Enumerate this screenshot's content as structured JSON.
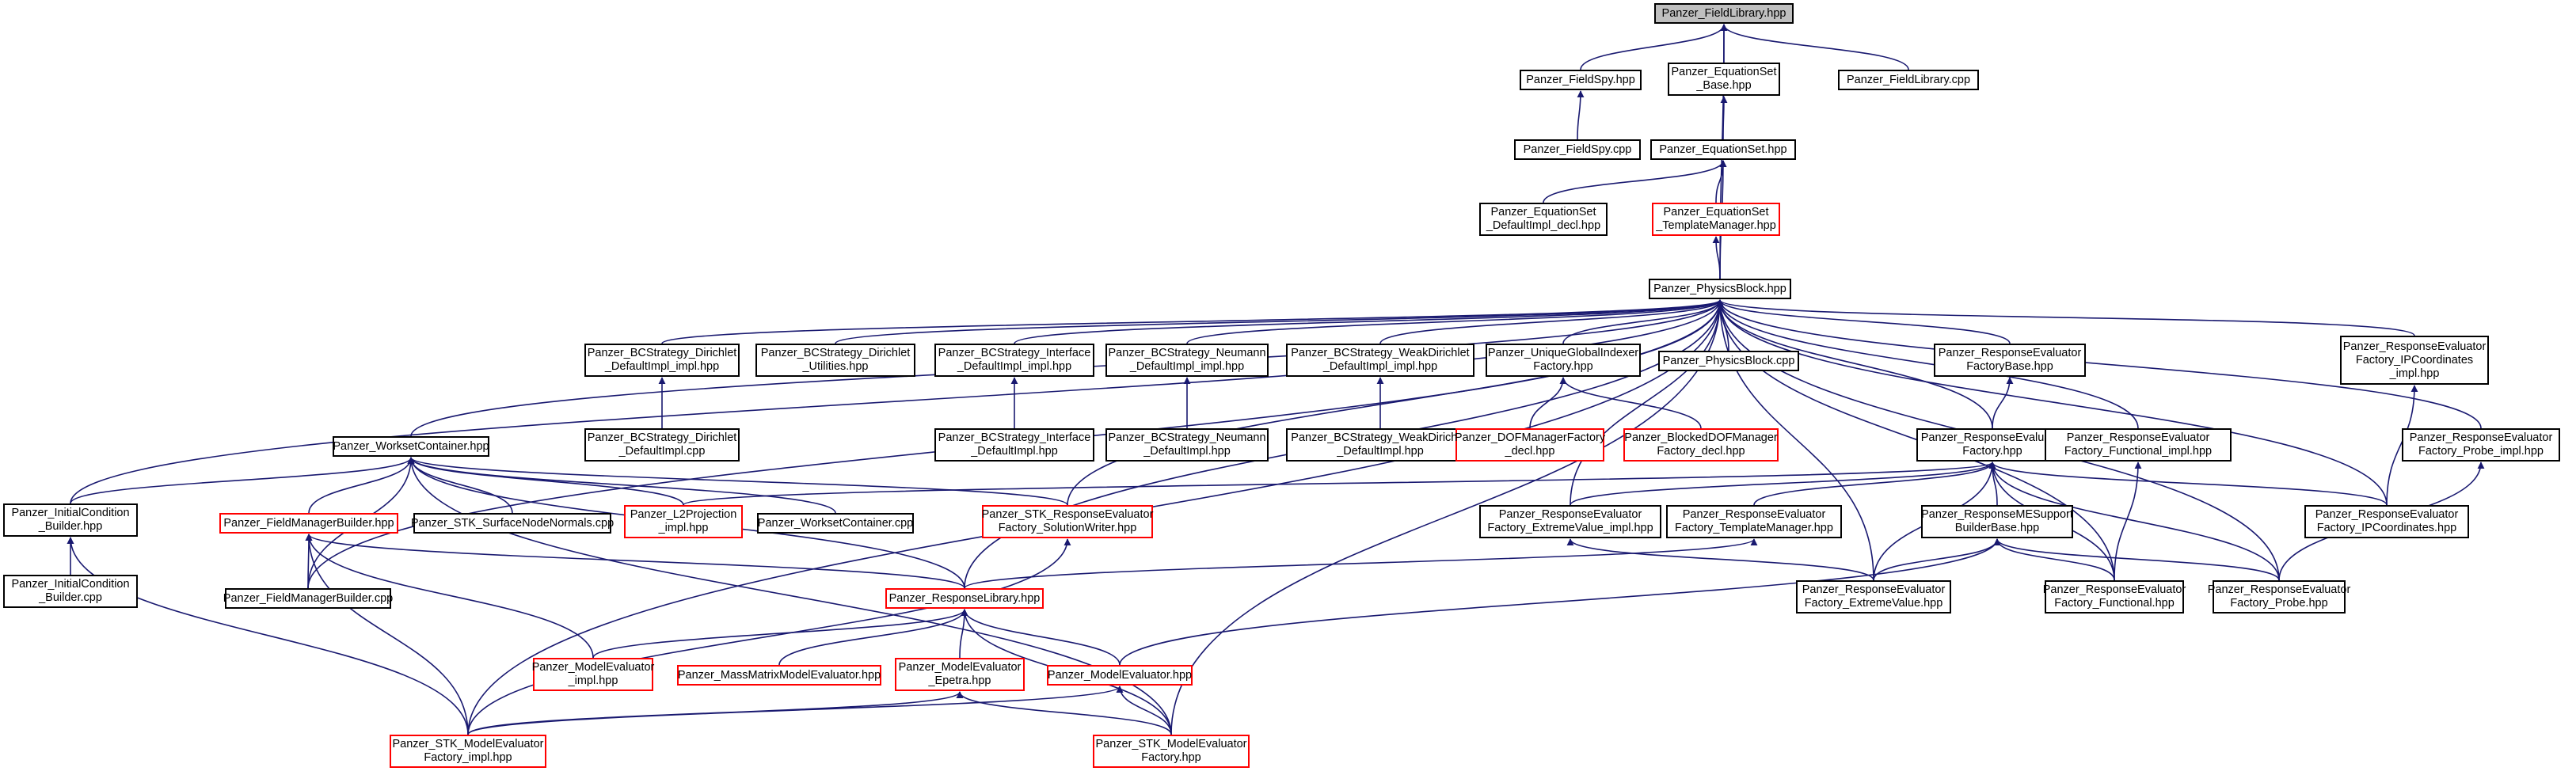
{
  "colors": {
    "edge": "#191970",
    "node_border": "#000000",
    "truncated_border": "#ff0000",
    "root_fill": "#bfbfbf",
    "background": "#ffffff"
  },
  "nodes": [
    {
      "id": "fieldlibrary_hpp",
      "lines": [
        "Panzer_FieldLibrary.hpp"
      ],
      "root": true
    },
    {
      "id": "fieldspy_hpp",
      "lines": [
        "Panzer_FieldSpy.hpp"
      ]
    },
    {
      "id": "equationset_base_hpp",
      "lines": [
        "Panzer_EquationSet",
        "_Base.hpp"
      ]
    },
    {
      "id": "fieldlibrary_cpp",
      "lines": [
        "Panzer_FieldLibrary.cpp"
      ]
    },
    {
      "id": "fieldspy_cpp",
      "lines": [
        "Panzer_FieldSpy.cpp"
      ]
    },
    {
      "id": "equationset_hpp",
      "lines": [
        "Panzer_EquationSet.hpp"
      ]
    },
    {
      "id": "equationset_defaultimpl_decl",
      "lines": [
        "Panzer_EquationSet",
        "_DefaultImpl_decl.hpp"
      ]
    },
    {
      "id": "equationset_templatemanager",
      "lines": [
        "Panzer_EquationSet",
        "_TemplateManager.hpp"
      ],
      "truncated": true
    },
    {
      "id": "physicsblock_hpp",
      "lines": [
        "Panzer_PhysicsBlock.hpp"
      ]
    },
    {
      "id": "bc_dirichlet_defaultimpl_impl",
      "lines": [
        "Panzer_BCStrategy_Dirichlet",
        "_DefaultImpl_impl.hpp"
      ]
    },
    {
      "id": "bc_dirichlet_utilities",
      "lines": [
        "Panzer_BCStrategy_Dirichlet",
        "_Utilities.hpp"
      ]
    },
    {
      "id": "bc_interface_defaultimpl_impl",
      "lines": [
        "Panzer_BCStrategy_Interface",
        "_DefaultImpl_impl.hpp"
      ]
    },
    {
      "id": "bc_neumann_defaultimpl_impl",
      "lines": [
        "Panzer_BCStrategy_Neumann",
        "_DefaultImpl_impl.hpp"
      ]
    },
    {
      "id": "bc_weakdirichlet_defaultimpl_impl",
      "lines": [
        "Panzer_BCStrategy_WeakDirichlet",
        "_DefaultImpl_impl.hpp"
      ]
    },
    {
      "id": "uniqueglobalindexer_factory",
      "lines": [
        "Panzer_UniqueGlobalIndexer",
        "Factory.hpp"
      ]
    },
    {
      "id": "physicsblock_cpp",
      "lines": [
        "Panzer_PhysicsBlock.cpp"
      ]
    },
    {
      "id": "responseevaluator_factorybase",
      "lines": [
        "Panzer_ResponseEvaluator",
        "FactoryBase.hpp"
      ]
    },
    {
      "id": "responseevaluator_ipcoordinates_impl",
      "lines": [
        "Panzer_ResponseEvaluator",
        "Factory_IPCoordinates",
        "_impl.hpp"
      ]
    },
    {
      "id": "worksetcontainer_hpp",
      "lines": [
        "Panzer_WorksetContainer.hpp"
      ]
    },
    {
      "id": "bc_dirichlet_defaultimpl_cpp",
      "lines": [
        "Panzer_BCStrategy_Dirichlet",
        "_DefaultImpl.cpp"
      ]
    },
    {
      "id": "bc_interface_defaultimpl",
      "lines": [
        "Panzer_BCStrategy_Interface",
        "_DefaultImpl.hpp"
      ]
    },
    {
      "id": "bc_neumann_defaultimpl",
      "lines": [
        "Panzer_BCStrategy_Neumann",
        "_DefaultImpl.hpp"
      ]
    },
    {
      "id": "bc_weakdirichlet_defaultimpl",
      "lines": [
        "Panzer_BCStrategy_WeakDirichlet",
        "_DefaultImpl.hpp"
      ]
    },
    {
      "id": "dofmanagerfactory_decl",
      "lines": [
        "Panzer_DOFManagerFactory",
        "_decl.hpp"
      ],
      "truncated": true
    },
    {
      "id": "blockeddofmanager_factory_decl",
      "lines": [
        "Panzer_BlockedDOFManager",
        "Factory_decl.hpp"
      ],
      "truncated": true
    },
    {
      "id": "responseevaluator_factory_hpp",
      "lines": [
        "Panzer_ResponseEvaluator",
        "Factory.hpp"
      ]
    },
    {
      "id": "responseevaluator_functional_impl",
      "lines": [
        "Panzer_ResponseEvaluator",
        "Factory_Functional_impl.hpp"
      ]
    },
    {
      "id": "responseevaluator_probe_impl",
      "lines": [
        "Panzer_ResponseEvaluator",
        "Factory_Probe_impl.hpp"
      ]
    },
    {
      "id": "initialcondition_builder_hpp",
      "lines": [
        "Panzer_InitialCondition",
        "_Builder.hpp"
      ]
    },
    {
      "id": "fieldmanagerbuilder_hpp",
      "lines": [
        "Panzer_FieldManagerBuilder.hpp"
      ],
      "truncated": true
    },
    {
      "id": "stk_surfacenodenormals",
      "lines": [
        "Panzer_STK_SurfaceNodeNormals.cpp"
      ]
    },
    {
      "id": "l2projection_impl",
      "lines": [
        "Panzer_L2Projection",
        "_impl.hpp"
      ],
      "truncated": true
    },
    {
      "id": "worksetcontainer_cpp",
      "lines": [
        "Panzer_WorksetContainer.cpp"
      ]
    },
    {
      "id": "stk_responseevaluator_solutionwriter",
      "lines": [
        "Panzer_STK_ResponseEvaluator",
        "Factory_SolutionWriter.hpp"
      ],
      "truncated": true
    },
    {
      "id": "responseevaluator_extremevalue_impl",
      "lines": [
        "Panzer_ResponseEvaluator",
        "Factory_ExtremeValue_impl.hpp"
      ]
    },
    {
      "id": "responseevaluator_templatemanager",
      "lines": [
        "Panzer_ResponseEvaluator",
        "Factory_TemplateManager.hpp"
      ]
    },
    {
      "id": "responsemesupport_builderbase",
      "lines": [
        "Panzer_ResponseMESupport",
        "BuilderBase.hpp"
      ]
    },
    {
      "id": "responseevaluator_ipcoordinates",
      "lines": [
        "Panzer_ResponseEvaluator",
        "Factory_IPCoordinates.hpp"
      ]
    },
    {
      "id": "initialcondition_builder_cpp",
      "lines": [
        "Panzer_InitialCondition",
        "_Builder.cpp"
      ]
    },
    {
      "id": "fieldmanagerbuilder_cpp",
      "lines": [
        "Panzer_FieldManagerBuilder.cpp"
      ]
    },
    {
      "id": "responselibrary_hpp",
      "lines": [
        "Panzer_ResponseLibrary.hpp"
      ],
      "truncated": true
    },
    {
      "id": "responseevaluator_extremevalue",
      "lines": [
        "Panzer_ResponseEvaluator",
        "Factory_ExtremeValue.hpp"
      ]
    },
    {
      "id": "responseevaluator_functional",
      "lines": [
        "Panzer_ResponseEvaluator",
        "Factory_Functional.hpp"
      ]
    },
    {
      "id": "responseevaluator_probe",
      "lines": [
        "Panzer_ResponseEvaluator",
        "Factory_Probe.hpp"
      ]
    },
    {
      "id": "modelevaluator_impl",
      "lines": [
        "Panzer_ModelEvaluator",
        "_impl.hpp"
      ],
      "truncated": true
    },
    {
      "id": "massmatrixmodelevaluator",
      "lines": [
        "Panzer_MassMatrixModelEvaluator.hpp"
      ],
      "truncated": true
    },
    {
      "id": "modelevaluator_epetra",
      "lines": [
        "Panzer_ModelEvaluator",
        "_Epetra.hpp"
      ],
      "truncated": true
    },
    {
      "id": "modelevaluator_hpp",
      "lines": [
        "Panzer_ModelEvaluator.hpp"
      ],
      "truncated": true
    },
    {
      "id": "stk_modelevaluator_factory_impl",
      "lines": [
        "Panzer_STK_ModelEvaluator",
        "Factory_impl.hpp"
      ],
      "truncated": true
    },
    {
      "id": "stk_modelevaluator_factory",
      "lines": [
        "Panzer_STK_ModelEvaluator",
        "Factory.hpp"
      ],
      "truncated": true
    }
  ],
  "edges": [
    [
      "fieldlibrary_hpp",
      "fieldspy_hpp"
    ],
    [
      "fieldlibrary_hpp",
      "equationset_base_hpp"
    ],
    [
      "fieldlibrary_hpp",
      "fieldlibrary_cpp"
    ],
    [
      "fieldlibrary_hpp",
      "physicsblock_hpp"
    ],
    [
      "fieldspy_hpp",
      "fieldspy_cpp"
    ],
    [
      "equationset_base_hpp",
      "equationset_hpp"
    ],
    [
      "equationset_hpp",
      "equationset_defaultimpl_decl"
    ],
    [
      "equationset_hpp",
      "equationset_templatemanager"
    ],
    [
      "equationset_hpp",
      "physicsblock_hpp"
    ],
    [
      "equationset_templatemanager",
      "physicsblock_hpp"
    ],
    [
      "physicsblock_hpp",
      "bc_dirichlet_defaultimpl_impl"
    ],
    [
      "physicsblock_hpp",
      "bc_dirichlet_utilities"
    ],
    [
      "physicsblock_hpp",
      "bc_interface_defaultimpl_impl"
    ],
    [
      "physicsblock_hpp",
      "bc_neumann_defaultimpl_impl"
    ],
    [
      "physicsblock_hpp",
      "bc_weakdirichlet_defaultimpl_impl"
    ],
    [
      "physicsblock_hpp",
      "uniqueglobalindexer_factory"
    ],
    [
      "physicsblock_hpp",
      "physicsblock_cpp"
    ],
    [
      "physicsblock_hpp",
      "responseevaluator_factorybase"
    ],
    [
      "physicsblock_hpp",
      "responseevaluator_ipcoordinates_impl"
    ],
    [
      "physicsblock_hpp",
      "worksetcontainer_hpp"
    ],
    [
      "physicsblock_hpp",
      "initialcondition_builder_hpp"
    ],
    [
      "physicsblock_hpp",
      "responseevaluator_factory_hpp"
    ],
    [
      "physicsblock_hpp",
      "responseevaluator_functional_impl"
    ],
    [
      "physicsblock_hpp",
      "responseevaluator_probe_impl"
    ],
    [
      "physicsblock_hpp",
      "responseevaluator_extremevalue_impl"
    ],
    [
      "physicsblock_hpp",
      "responseevaluator_extremevalue"
    ],
    [
      "physicsblock_hpp",
      "responseevaluator_functional"
    ],
    [
      "physicsblock_hpp",
      "responseevaluator_probe"
    ],
    [
      "physicsblock_hpp",
      "responseevaluator_ipcoordinates"
    ],
    [
      "physicsblock_hpp",
      "stk_responseevaluator_solutionwriter"
    ],
    [
      "physicsblock_hpp",
      "responselibrary_hpp"
    ],
    [
      "physicsblock_hpp",
      "fieldmanagerbuilder_cpp"
    ],
    [
      "physicsblock_hpp",
      "stk_modelevaluator_factory_impl"
    ],
    [
      "physicsblock_hpp",
      "stk_modelevaluator_factory"
    ],
    [
      "bc_dirichlet_defaultimpl_impl",
      "bc_dirichlet_defaultimpl_cpp"
    ],
    [
      "bc_interface_defaultimpl_impl",
      "bc_interface_defaultimpl"
    ],
    [
      "bc_neumann_defaultimpl_impl",
      "bc_neumann_defaultimpl"
    ],
    [
      "bc_weakdirichlet_defaultimpl_impl",
      "bc_weakdirichlet_defaultimpl"
    ],
    [
      "uniqueglobalindexer_factory",
      "dofmanagerfactory_decl"
    ],
    [
      "uniqueglobalindexer_factory",
      "blockeddofmanager_factory_decl"
    ],
    [
      "responseevaluator_factorybase",
      "responseevaluator_factory_hpp"
    ],
    [
      "responseevaluator_ipcoordinates_impl",
      "responseevaluator_ipcoordinates"
    ],
    [
      "responseevaluator_probe_impl",
      "responseevaluator_probe"
    ],
    [
      "responseevaluator_functional_impl",
      "responseevaluator_functional"
    ],
    [
      "worksetcontainer_hpp",
      "initialcondition_builder_hpp"
    ],
    [
      "worksetcontainer_hpp",
      "fieldmanagerbuilder_hpp"
    ],
    [
      "worksetcontainer_hpp",
      "stk_surfacenodenormals"
    ],
    [
      "worksetcontainer_hpp",
      "l2projection_impl"
    ],
    [
      "worksetcontainer_hpp",
      "worksetcontainer_cpp"
    ],
    [
      "worksetcontainer_hpp",
      "stk_responseevaluator_solutionwriter"
    ],
    [
      "worksetcontainer_hpp",
      "responselibrary_hpp"
    ],
    [
      "worksetcontainer_hpp",
      "fieldmanagerbuilder_cpp"
    ],
    [
      "worksetcontainer_hpp",
      "stk_modelevaluator_factory"
    ],
    [
      "responseevaluator_factory_hpp",
      "responseevaluator_extremevalue_impl"
    ],
    [
      "responseevaluator_factory_hpp",
      "responseevaluator_templatemanager"
    ],
    [
      "responseevaluator_factory_hpp",
      "responsemesupport_builderbase"
    ],
    [
      "responseevaluator_factory_hpp",
      "responseevaluator_ipcoordinates"
    ],
    [
      "responseevaluator_factory_hpp",
      "responseevaluator_extremevalue"
    ],
    [
      "responseevaluator_factory_hpp",
      "responseevaluator_functional"
    ],
    [
      "responseevaluator_factory_hpp",
      "responseevaluator_probe"
    ],
    [
      "responseevaluator_factory_hpp",
      "l2projection_impl"
    ],
    [
      "responseevaluator_extremevalue_impl",
      "responseevaluator_extremevalue"
    ],
    [
      "responseevaluator_templatemanager",
      "responselibrary_hpp"
    ],
    [
      "responsemesupport_builderbase",
      "responseevaluator_extremevalue"
    ],
    [
      "responsemesupport_builderbase",
      "responseevaluator_functional"
    ],
    [
      "responsemesupport_builderbase",
      "responseevaluator_probe"
    ],
    [
      "responsemesupport_builderbase",
      "modelevaluator_hpp"
    ],
    [
      "initialcondition_builder_hpp",
      "initialcondition_builder_cpp"
    ],
    [
      "initialcondition_builder_hpp",
      "stk_modelevaluator_factory_impl"
    ],
    [
      "fieldmanagerbuilder_hpp",
      "fieldmanagerbuilder_cpp"
    ],
    [
      "fieldmanagerbuilder_hpp",
      "responselibrary_hpp"
    ],
    [
      "fieldmanagerbuilder_hpp",
      "modelevaluator_impl"
    ],
    [
      "fieldmanagerbuilder_hpp",
      "stk_modelevaluator_factory_impl"
    ],
    [
      "stk_responseevaluator_solutionwriter",
      "stk_modelevaluator_factory_impl"
    ],
    [
      "responselibrary_hpp",
      "modelevaluator_impl"
    ],
    [
      "responselibrary_hpp",
      "massmatrixmodelevaluator"
    ],
    [
      "responselibrary_hpp",
      "modelevaluator_epetra"
    ],
    [
      "responselibrary_hpp",
      "modelevaluator_hpp"
    ],
    [
      "responselibrary_hpp",
      "stk_modelevaluator_factory"
    ],
    [
      "modelevaluator_epetra",
      "stk_modelevaluator_factory_impl"
    ],
    [
      "modelevaluator_epetra",
      "stk_modelevaluator_factory"
    ],
    [
      "modelevaluator_hpp",
      "stk_modelevaluator_factory_impl"
    ],
    [
      "modelevaluator_hpp",
      "stk_modelevaluator_factory"
    ]
  ]
}
